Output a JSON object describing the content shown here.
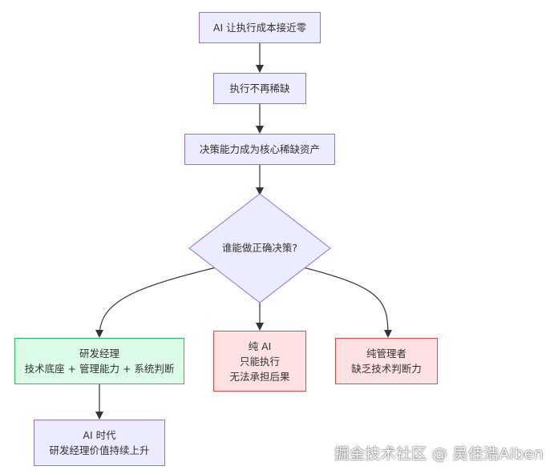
{
  "nodes": {
    "ai_cost_zero": {
      "lines": [
        "AI 让执行成本接近零"
      ]
    },
    "execution_not_scarce": {
      "lines": [
        "执行不再稀缺"
      ]
    },
    "decision_core_asset": {
      "lines": [
        "决策能力成为核心稀缺资产"
      ]
    },
    "who_can_decide": {
      "lines": [
        "谁能做正确决策?"
      ]
    },
    "rd_manager": {
      "lines": [
        "研发经理",
        "技术底座 + 管理能力 + 系统判断"
      ]
    },
    "pure_ai": {
      "lines": [
        "纯 AI",
        "只能执行",
        "无法承担后果"
      ]
    },
    "pure_manager": {
      "lines": [
        "纯管理者",
        "缺乏技术判断力"
      ]
    },
    "ai_era": {
      "lines": [
        "AI 时代",
        "研发经理价值持续上升"
      ]
    }
  },
  "colors": {
    "purple_fill": "#ececff",
    "purple_stroke": "#9370db",
    "green_fill": "#dcfce7",
    "green_stroke": "#22c55e",
    "red_fill": "#fee2e2",
    "red_stroke": "#ef4444",
    "edge": "#333333"
  },
  "watermark": "掘金技术社区 @ 吴佳浩Alben"
}
